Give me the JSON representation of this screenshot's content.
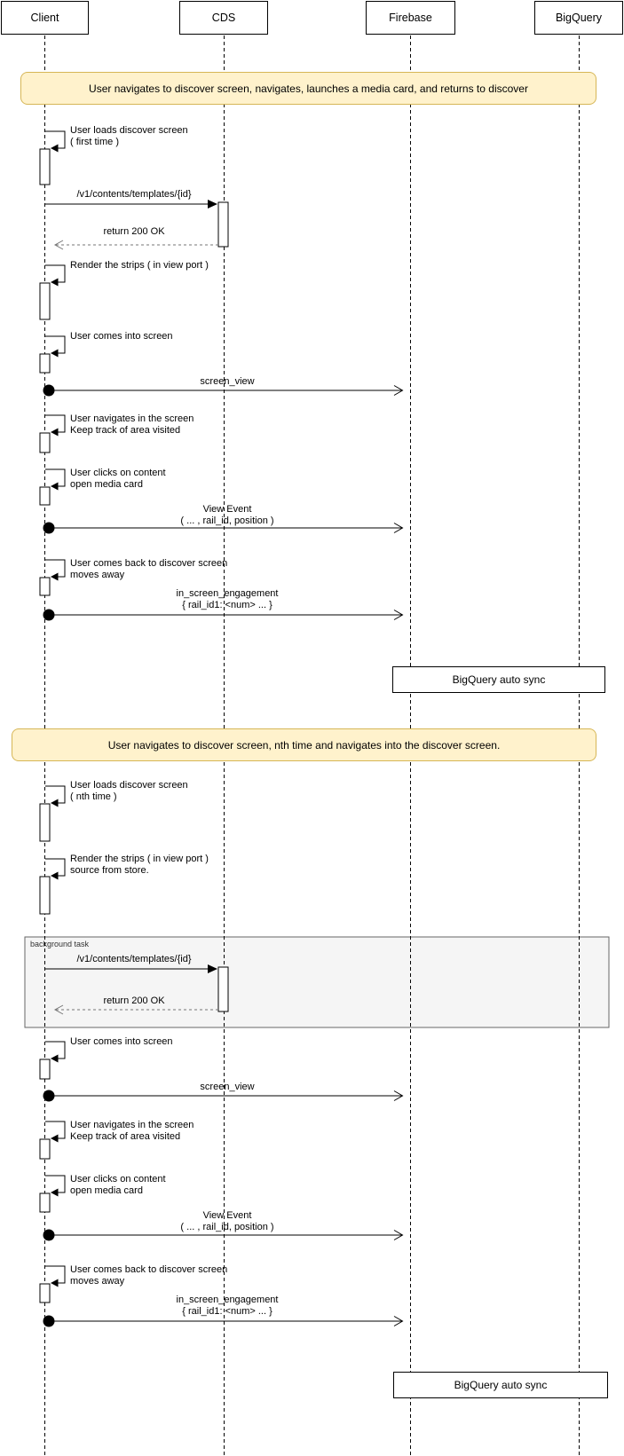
{
  "participants": {
    "client": "Client",
    "cds": "CDS",
    "firebase": "Firebase",
    "bigquery": "BigQuery"
  },
  "section1": {
    "banner": "User navigates to discover screen, navigates, launches a media card, and returns to discover",
    "load_l1": "User loads discover screen",
    "load_l2": "( first time )",
    "request": "/v1/contents/templates/{id}",
    "response": "return 200 OK",
    "render_l1": "Render the strips ( in view port )",
    "comes_into": "User comes into screen",
    "screen_view": "screen_view",
    "navigates_l1": "User navigates in the screen",
    "navigates_l2": "Keep track of area visited",
    "clicks_l1": "User clicks on content",
    "clicks_l2": "open media card",
    "view_event_l1": "View Event",
    "view_event_l2": "( ... , rail_id, position )",
    "back_l1": "User comes back to discover screen",
    "back_l2": "moves away",
    "engagement_l1": "in_screen_engagement",
    "engagement_l2": "{ rail_id1: <num> ... }",
    "bq_sync": "BigQuery auto sync"
  },
  "section2": {
    "banner": "User navigates to discover screen, nth time and navigates into the discover screen.",
    "load_l1": "User loads discover screen",
    "load_l2": "( nth time )",
    "render_l1": "Render the strips ( in view port )",
    "render_l2": "source from store.",
    "frame_label": "background task",
    "request": "/v1/contents/templates/{id}",
    "response": "return 200 OK",
    "comes_into": "User comes into screen",
    "screen_view": "screen_view",
    "navigates_l1": "User navigates in the screen",
    "navigates_l2": "Keep track of area visited",
    "clicks_l1": "User clicks on content",
    "clicks_l2": "open media card",
    "view_event_l1": "View Event",
    "view_event_l2": "( ... , rail_id, position )",
    "back_l1": "User comes back to discover screen",
    "back_l2": "moves away",
    "engagement_l1": "in_screen_engagement",
    "engagement_l2": "{ rail_id1: <num> ... }",
    "bq_sync": "BigQuery auto sync"
  },
  "colors": {
    "note_bg": "#FFF2CC",
    "note_border": "#D6B656",
    "frame_bg": "#F5F5F5",
    "frame_border": "#666666",
    "line": "#000000",
    "return_line": "#757575"
  }
}
